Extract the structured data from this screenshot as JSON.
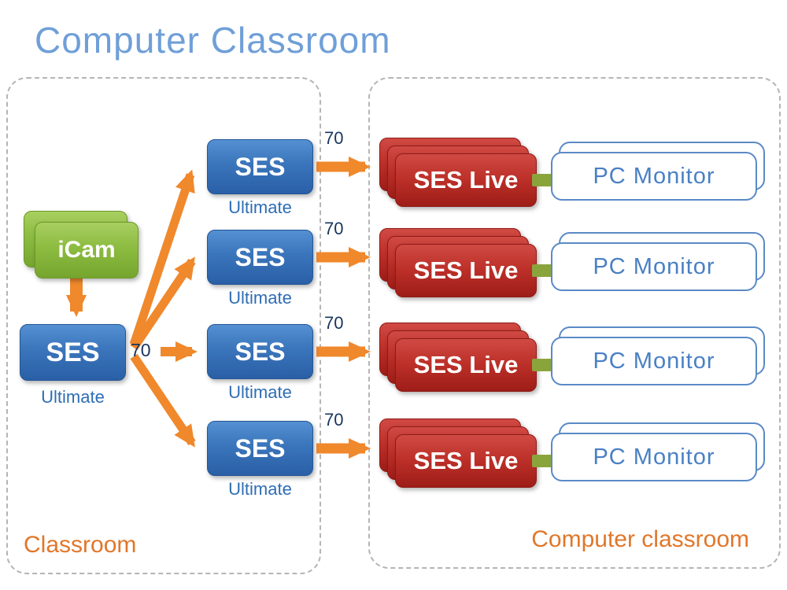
{
  "title": "Computer Classroom",
  "zones": {
    "left": {
      "label": "Classroom"
    },
    "right": {
      "label": "Computer classroom"
    }
  },
  "nodes": {
    "icam": {
      "label": "iCam"
    },
    "ses_main": {
      "label": "SES",
      "sublabel": "Ultimate"
    },
    "fan_label": "70"
  },
  "rows": [
    {
      "ses": "SES",
      "ultimate": "Ultimate",
      "arrow_label": "70",
      "live": "SES Live",
      "monitor": "PC Monitor"
    },
    {
      "ses": "SES",
      "ultimate": "Ultimate",
      "arrow_label": "70",
      "live": "SES Live",
      "monitor": "PC Monitor"
    },
    {
      "ses": "SES",
      "ultimate": "Ultimate",
      "arrow_label": "70",
      "live": "SES Live",
      "monitor": "PC Monitor"
    },
    {
      "ses": "SES",
      "ultimate": "Ultimate",
      "arrow_label": "70",
      "live": "SES Live",
      "monitor": "PC Monitor"
    }
  ],
  "colors": {
    "title": "#6f9fd8",
    "blue_node": "#2e6db4",
    "green_node": "#86b53d",
    "red_node": "#b5281f",
    "arrow_orange": "#f0882c",
    "zone_label_orange": "#e0772b",
    "monitor_blue": "#4a80c4",
    "connector_green": "#8aa43c",
    "sublabel_blue": "#2e6db4",
    "arrow_label_dark": "#17365d"
  }
}
